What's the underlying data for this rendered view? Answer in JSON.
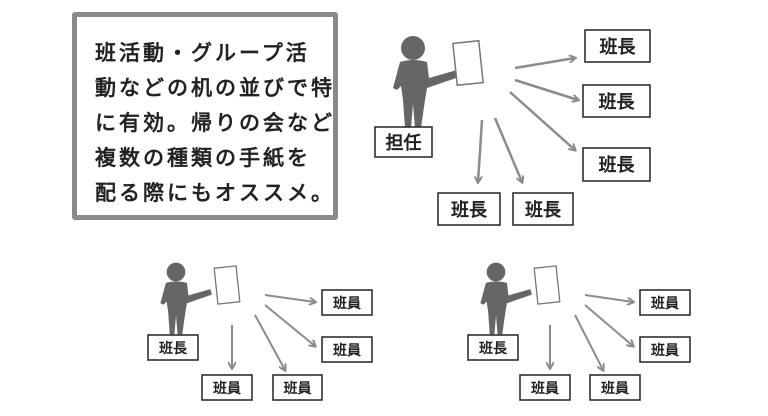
{
  "note": {
    "lines": [
      "班活動・グループ活",
      "動などの机の並びで特",
      "に有効。帰りの会など",
      "複数の種類の手紙を",
      "配る際にもオススメ。"
    ]
  },
  "top_group": {
    "giver": "担任",
    "receivers": [
      "班長",
      "班長",
      "班長",
      "班長",
      "班長"
    ]
  },
  "left_group": {
    "giver": "班長",
    "receivers": [
      "班員",
      "班員",
      "班員",
      "班員"
    ]
  },
  "right_group": {
    "giver": "班長",
    "receivers": [
      "班員",
      "班員",
      "班員",
      "班員"
    ]
  },
  "colors": {
    "figure": "#666666",
    "arrow": "#8c8c8c",
    "border": "#8a8a8a"
  }
}
